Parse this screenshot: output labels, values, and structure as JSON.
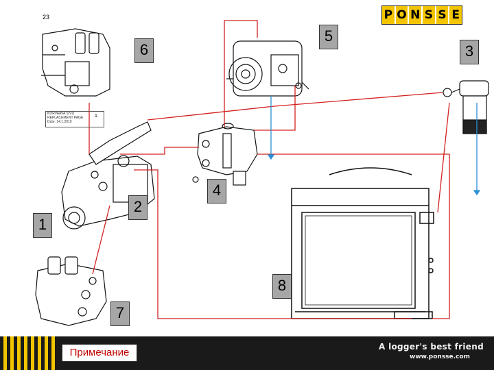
{
  "page": {
    "number": "23"
  },
  "brand": {
    "letters": [
      "P",
      "O",
      "N",
      "S",
      "S",
      "E"
    ],
    "tagline": "A logger's best friend",
    "website": "www.ponsse.com"
  },
  "footer": {
    "note_label": "Примечание"
  },
  "stamp": {
    "line1": "KORVAAVA SIVU",
    "line2": "REPLACEMENT PAGE",
    "box": "1",
    "date_label": "Date:",
    "date_value": "14.1.2010"
  },
  "labels": {
    "l1": "1",
    "l2": "2",
    "l3": "3",
    "l4": "4",
    "l5": "5",
    "l6": "6",
    "l7": "7",
    "l8": "8"
  },
  "colors": {
    "line_red": "#d32020",
    "line_blue": "#2a8fd6",
    "label_bg": "#a6a6a6",
    "logo_yellow": "#f2c500"
  }
}
